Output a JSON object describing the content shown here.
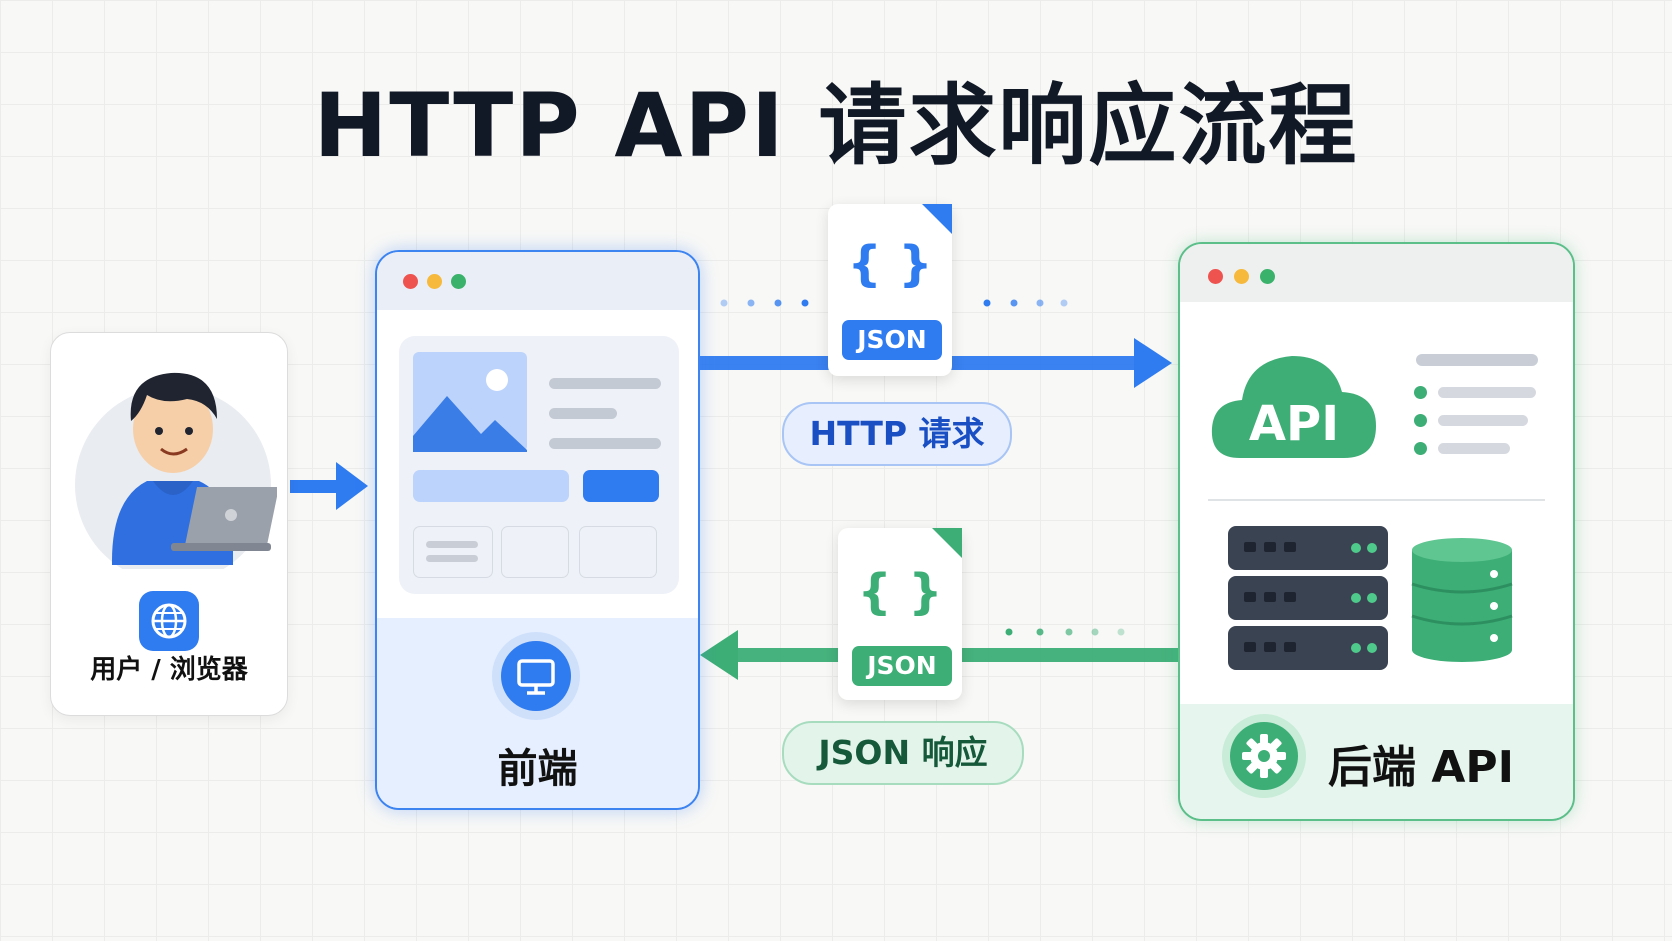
{
  "title": "HTTP API 请求响应流程",
  "user": {
    "label": "用户 / 浏览器",
    "icons": [
      "person-with-laptop",
      "globe-icon"
    ]
  },
  "frontend": {
    "label": "前端",
    "icon": "monitor-icon"
  },
  "backend": {
    "label": "后端 API",
    "cloud_label": "API",
    "icons": [
      "cloud-icon",
      "server-stack-icon",
      "database-icon",
      "gear-icon"
    ]
  },
  "request": {
    "doc_label": "JSON",
    "braces": "{ }",
    "pill": "HTTP 请求",
    "direction": "frontend-to-backend"
  },
  "response": {
    "doc_label": "JSON",
    "braces": "{ }",
    "pill": "JSON 响应",
    "direction": "backend-to-frontend"
  },
  "colors": {
    "blue": "#2f7bf0",
    "green": "#3cae76",
    "title": "#111826",
    "server": "#3a4352"
  }
}
